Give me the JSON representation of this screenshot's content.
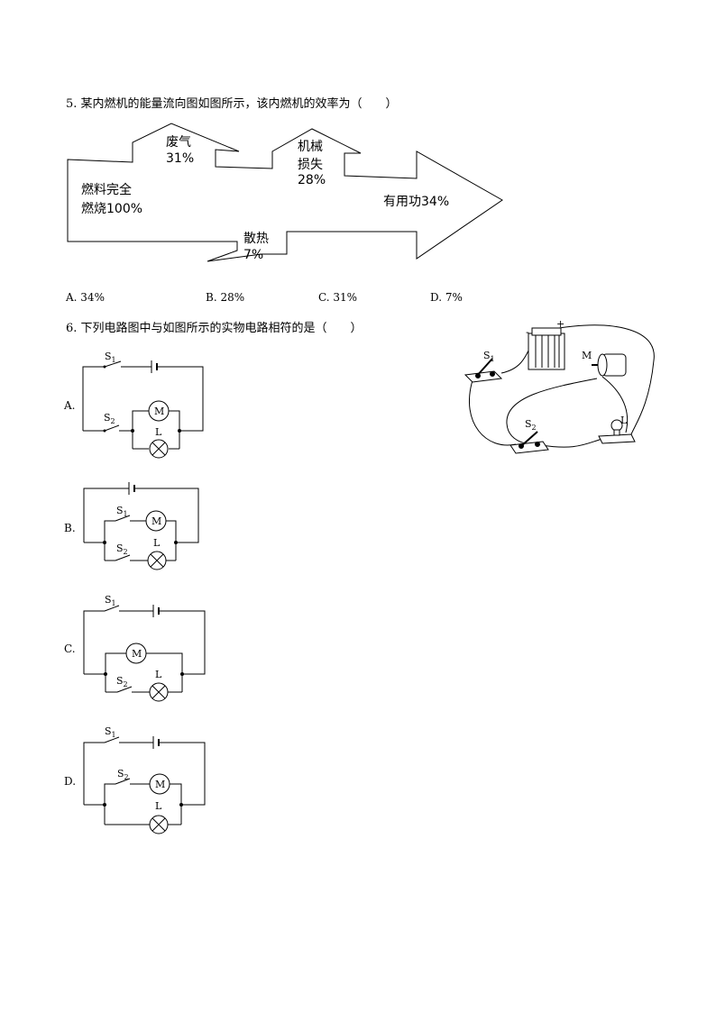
{
  "q5": {
    "stem": "5. 某内燃机的能量流向图如图所示，该内燃机的效率为（　　）",
    "diagram": {
      "input_line1": "燃料完全",
      "input_line2": "燃烧100%",
      "exhaust_line1": "废气",
      "exhaust_line2": "31%",
      "mechanical_line1": "机械",
      "mechanical_line2": "损失",
      "mechanical_line3": "28%",
      "heat_line1": "散热",
      "heat_line2": "7%",
      "useful": "有用功34%"
    },
    "options": {
      "A": "A. 34%",
      "B": "B.  28%",
      "C": "C. 31%",
      "D": "D. 7%"
    }
  },
  "q6": {
    "stem": "6. 下列电路图中与如图所示的实物电路相符的是（　　）",
    "option_letters": {
      "A": "A.",
      "B": "B.",
      "C": "C.",
      "D": "D."
    },
    "symbols": {
      "s1": "S",
      "s1_sub": "1",
      "s2": "S",
      "s2_sub": "2",
      "motor": "M",
      "lamp": "L"
    },
    "photo": {
      "s1": "S",
      "s1_sub": "1",
      "s2": "S",
      "s2_sub": "2",
      "motor": "M",
      "lamp": "L",
      "minus": "-",
      "plus": "+"
    }
  }
}
